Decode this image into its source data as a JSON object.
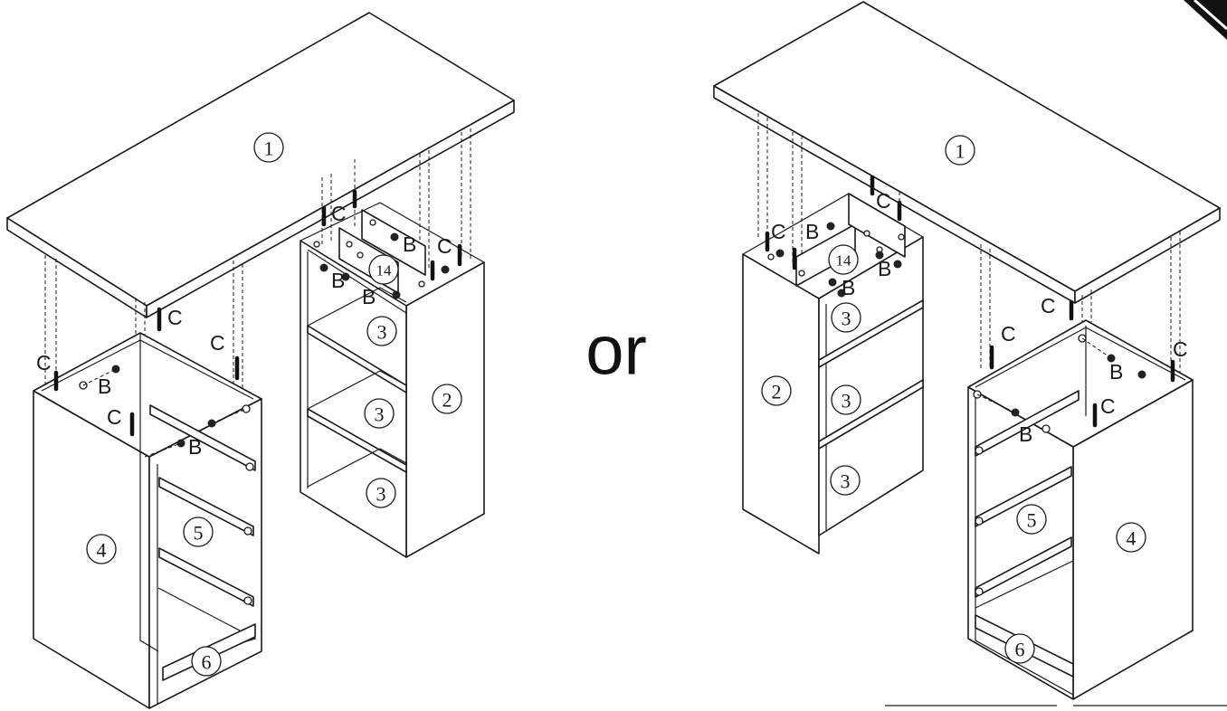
{
  "separator": "or",
  "parts": {
    "desktop": "1",
    "side_panel": "2",
    "shelf": "3",
    "drawer_cabinet": "4",
    "drawer_slide": "5",
    "bottom_rail": "6",
    "top_rail": "14"
  },
  "hardware": {
    "cam_lock": "B",
    "dowel": "C"
  }
}
